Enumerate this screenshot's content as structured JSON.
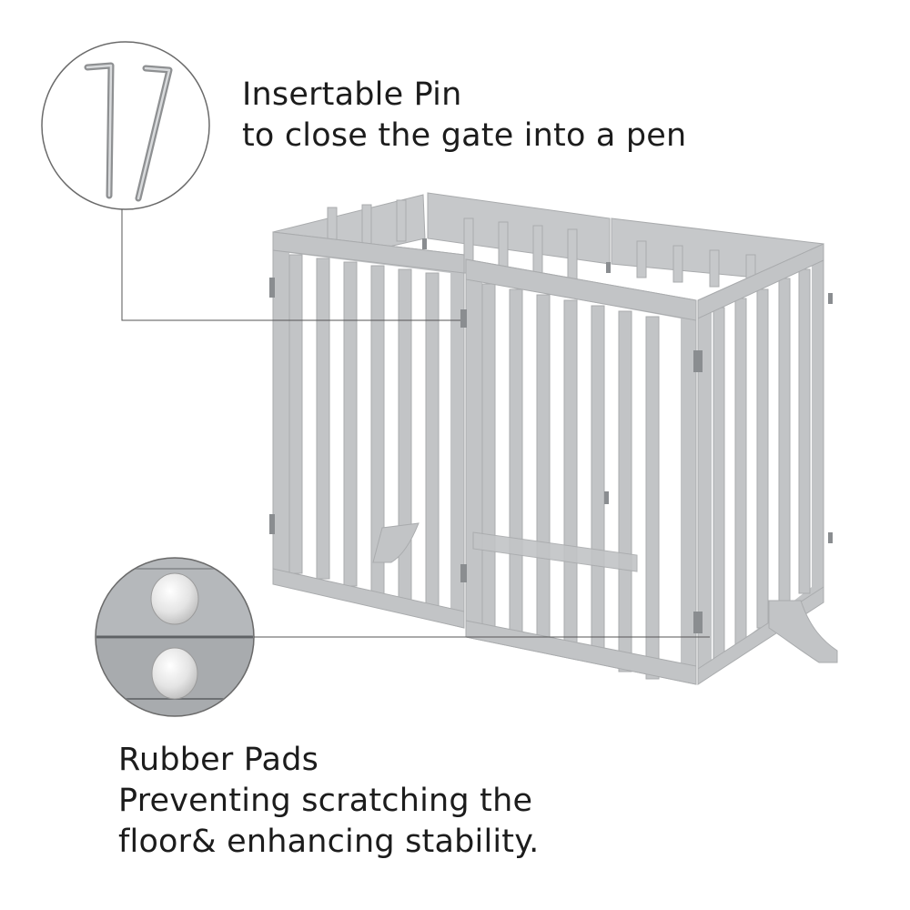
{
  "pin_callout": {
    "title": "Insertable Pin",
    "subtitle": "to close the gate into a pen"
  },
  "pad_callout": {
    "title": "Rubber Pads",
    "line1": "Preventing scratching the",
    "line2": "floor& enhancing stability."
  },
  "colors": {
    "gate": "#c2c4c6",
    "gate_edge": "#a9abad",
    "gate_shadow": "#b3b5b7",
    "callout_line": "#555555",
    "hinge": "#8a8d90"
  }
}
